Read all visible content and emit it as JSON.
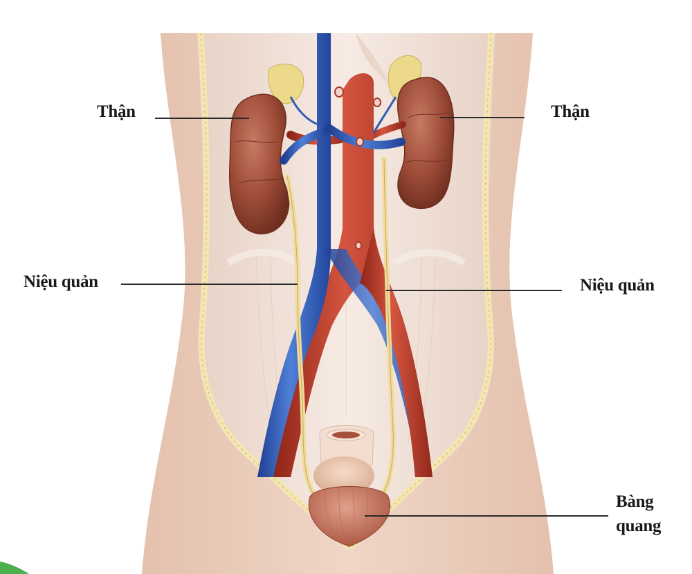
{
  "diagram": {
    "subject": "Urinary system anatomy",
    "labels": {
      "kidney_left": "Thận",
      "kidney_right": "Thận",
      "ureter_left": "Niệu quản",
      "ureter_right": "Niệu quản",
      "bladder_line1": "Bàng",
      "bladder_line2": "quang"
    },
    "colors": {
      "skin": "#e9cdbb",
      "skin_shadow": "#d9b29c",
      "fat_border": "#f3e6b3",
      "muscle": "#efe0d7",
      "kidney": "#9b4a36",
      "vein": "#2f5bb5",
      "artery": "#b8392a",
      "ureter": "#f0dc9c",
      "bladder": "#c57862",
      "adrenal": "#ecd98a",
      "accent_corner": "#4caf50",
      "leader_line": "#2b2b2b"
    }
  }
}
